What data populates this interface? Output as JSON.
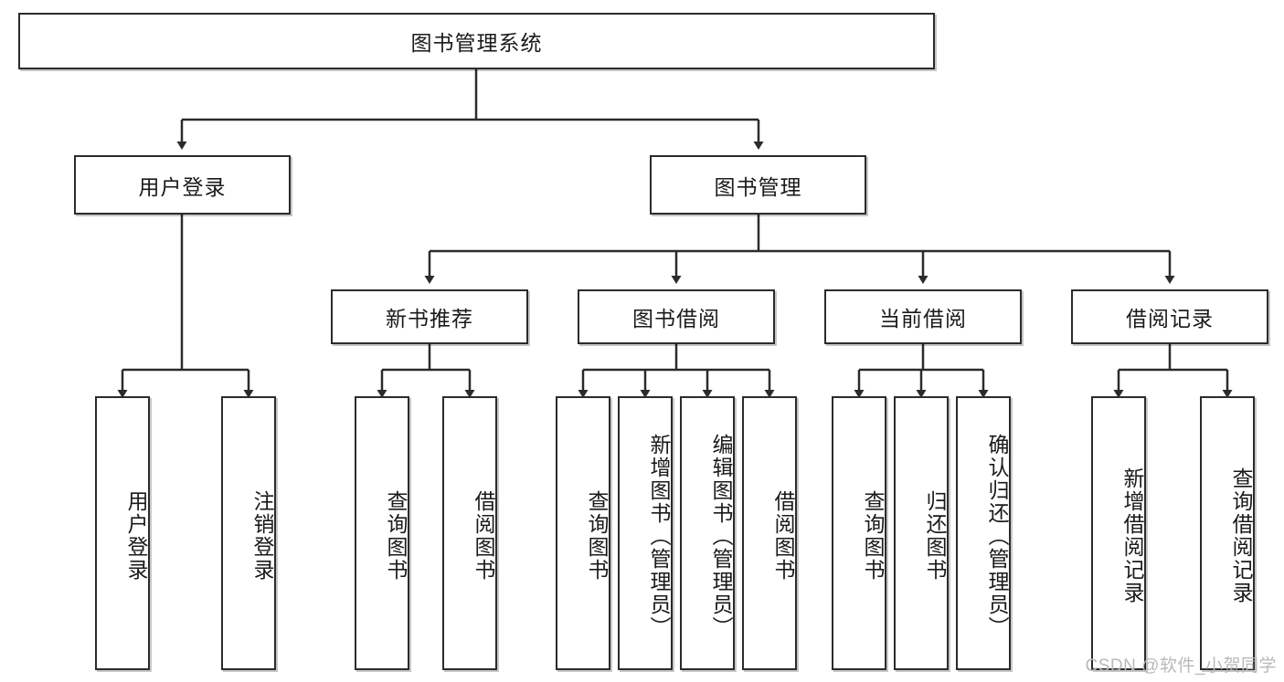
{
  "diagram": {
    "title_node": {
      "label": "图书管理系统"
    },
    "level2": [
      {
        "id": "user-login",
        "label": "用户登录"
      },
      {
        "id": "book-management",
        "label": "图书管理"
      }
    ],
    "level3": [
      {
        "id": "new-book-recommend",
        "label": "新书推荐"
      },
      {
        "id": "book-borrow",
        "label": "图书借阅"
      },
      {
        "id": "current-borrow",
        "label": "当前借阅"
      },
      {
        "id": "borrow-record",
        "label": "借阅记录"
      }
    ],
    "leaves": [
      {
        "id": "leaf-user-login",
        "label": "用户登录",
        "parent": "user-login"
      },
      {
        "id": "leaf-logout-login",
        "label": "注销登录",
        "parent": "user-login"
      },
      {
        "id": "leaf-query-book-1",
        "label": "查询图书",
        "parent": "new-book-recommend"
      },
      {
        "id": "leaf-borrow-book-1",
        "label": "借阅图书",
        "parent": "new-book-recommend"
      },
      {
        "id": "leaf-query-book-2",
        "label": "查询图书",
        "parent": "book-borrow"
      },
      {
        "id": "leaf-add-book",
        "label": "新增图书（管理员）",
        "parent": "book-borrow"
      },
      {
        "id": "leaf-edit-book",
        "label": "编辑图书（管理员）",
        "parent": "book-borrow"
      },
      {
        "id": "leaf-borrow-book-2",
        "label": "借阅图书",
        "parent": "book-borrow"
      },
      {
        "id": "leaf-query-book-3",
        "label": "查询图书",
        "parent": "current-borrow"
      },
      {
        "id": "leaf-return-book",
        "label": "归还图书",
        "parent": "current-borrow"
      },
      {
        "id": "leaf-confirm-return",
        "label": "确认归还（管理员）",
        "parent": "current-borrow"
      },
      {
        "id": "leaf-add-record",
        "label": "新增借阅记录",
        "parent": "borrow-record"
      },
      {
        "id": "leaf-query-record",
        "label": "查询借阅记录",
        "parent": "borrow-record"
      }
    ],
    "watermark": "CSDN @软件_小贺同学",
    "colors": {
      "stroke": "#2b2b2b",
      "fill": "#ffffff",
      "text": "#1a1a1a",
      "watermark": "#b9b9b9"
    }
  }
}
